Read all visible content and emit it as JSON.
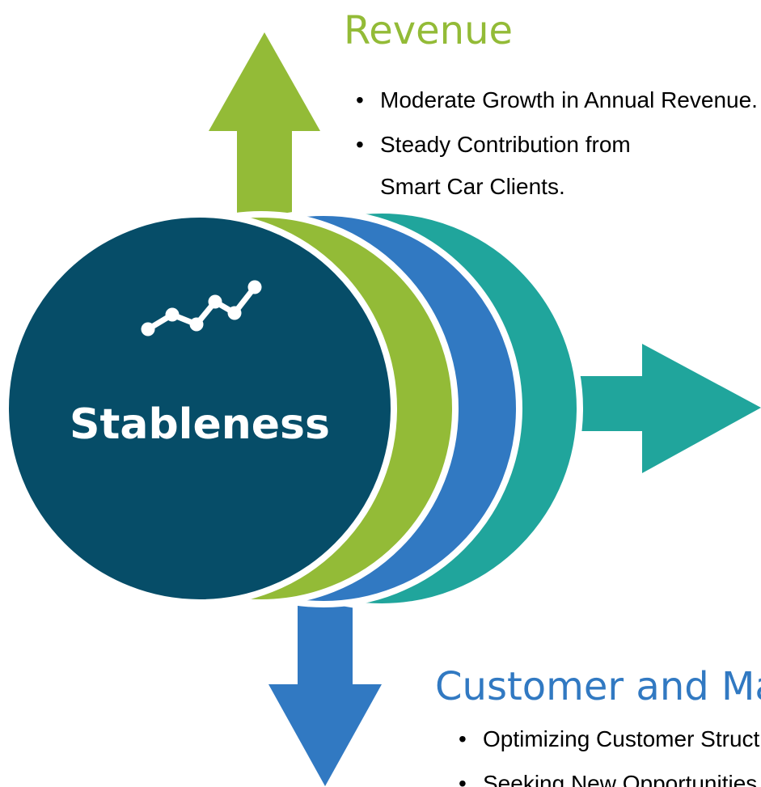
{
  "center": {
    "label": "Stableness",
    "icon": "trend-line-icon",
    "color": "#064D68"
  },
  "sections": {
    "revenue": {
      "heading": "Revenue",
      "color": "#93BB37",
      "bullets": [
        "Moderate Growth in Annual Revenue.",
        "Steady Contribution from",
        "Smart Car Clients."
      ]
    },
    "customer": {
      "heading": "Customer and Market",
      "color": "#3179C2",
      "bullets": [
        "Optimizing Customer Structure.",
        "Seeking New Opportunities."
      ]
    },
    "right": {
      "color": "#20A59C"
    }
  }
}
